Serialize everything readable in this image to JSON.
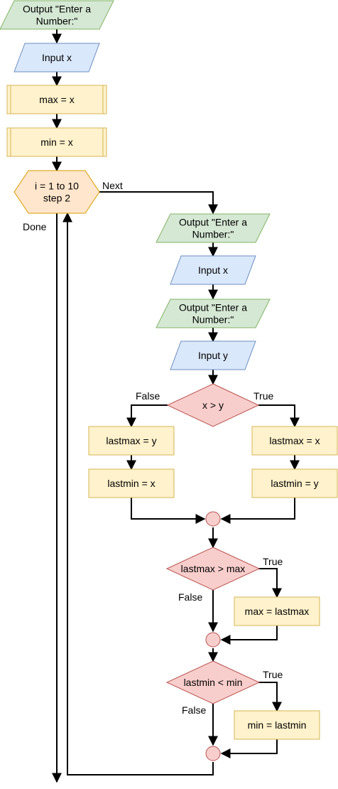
{
  "colors": {
    "io_fill": "#d5e8d4",
    "io_stroke": "#82b366",
    "input_fill": "#dae8fc",
    "input_stroke": "#6c8ebf",
    "process_fill": "#fff2cc",
    "process_stroke": "#d6b656",
    "loop_fill": "#ffe6cc",
    "loop_stroke": "#d79b00",
    "decision_fill": "#f8cecc",
    "decision_stroke": "#b85450",
    "edge": "#000000"
  },
  "nodes": {
    "out1": {
      "lines": [
        "Output \"Enter a",
        "Number:\""
      ],
      "icon": "parallelogram"
    },
    "in_x1": {
      "lines": [
        "Input x"
      ],
      "icon": "parallelogram"
    },
    "max_x": {
      "lines": [
        "max = x"
      ],
      "icon": "subroutine"
    },
    "min_x": {
      "lines": [
        "min = x"
      ],
      "icon": "subroutine"
    },
    "loop": {
      "lines": [
        "i = 1 to 10",
        "step 2"
      ],
      "icon": "hexagon"
    },
    "out2": {
      "lines": [
        "Output \"Enter a",
        "Number:\""
      ],
      "icon": "parallelogram"
    },
    "in_x2": {
      "lines": [
        "Input x"
      ],
      "icon": "parallelogram"
    },
    "out3": {
      "lines": [
        "Output \"Enter a",
        "Number:\""
      ],
      "icon": "parallelogram"
    },
    "in_y": {
      "lines": [
        "Input y"
      ],
      "icon": "parallelogram"
    },
    "dec_xy": {
      "lines": [
        "x > y"
      ],
      "icon": "diamond"
    },
    "lmax_y": {
      "lines": [
        "lastmax = y"
      ],
      "icon": "rectangle"
    },
    "lmin_x": {
      "lines": [
        "lastmin = x"
      ],
      "icon": "rectangle"
    },
    "lmax_x": {
      "lines": [
        "lastmax = x"
      ],
      "icon": "rectangle"
    },
    "lmin_y": {
      "lines": [
        "lastmin = y"
      ],
      "icon": "rectangle"
    },
    "j1": {
      "lines": [],
      "icon": "circle"
    },
    "dec_max": {
      "lines": [
        "lastmax > max"
      ],
      "icon": "diamond"
    },
    "set_max": {
      "lines": [
        "max = lastmax"
      ],
      "icon": "rectangle"
    },
    "j2": {
      "lines": [],
      "icon": "circle"
    },
    "dec_min": {
      "lines": [
        "lastmin < min"
      ],
      "icon": "diamond"
    },
    "set_min": {
      "lines": [
        "min = lastmin"
      ],
      "icon": "rectangle"
    },
    "j3": {
      "lines": [],
      "icon": "circle"
    }
  },
  "labels": {
    "next": "Next",
    "done": "Done",
    "xy_false": "False",
    "xy_true": "True",
    "max_true": "True",
    "max_false": "False",
    "min_true": "True",
    "min_false": "False"
  }
}
